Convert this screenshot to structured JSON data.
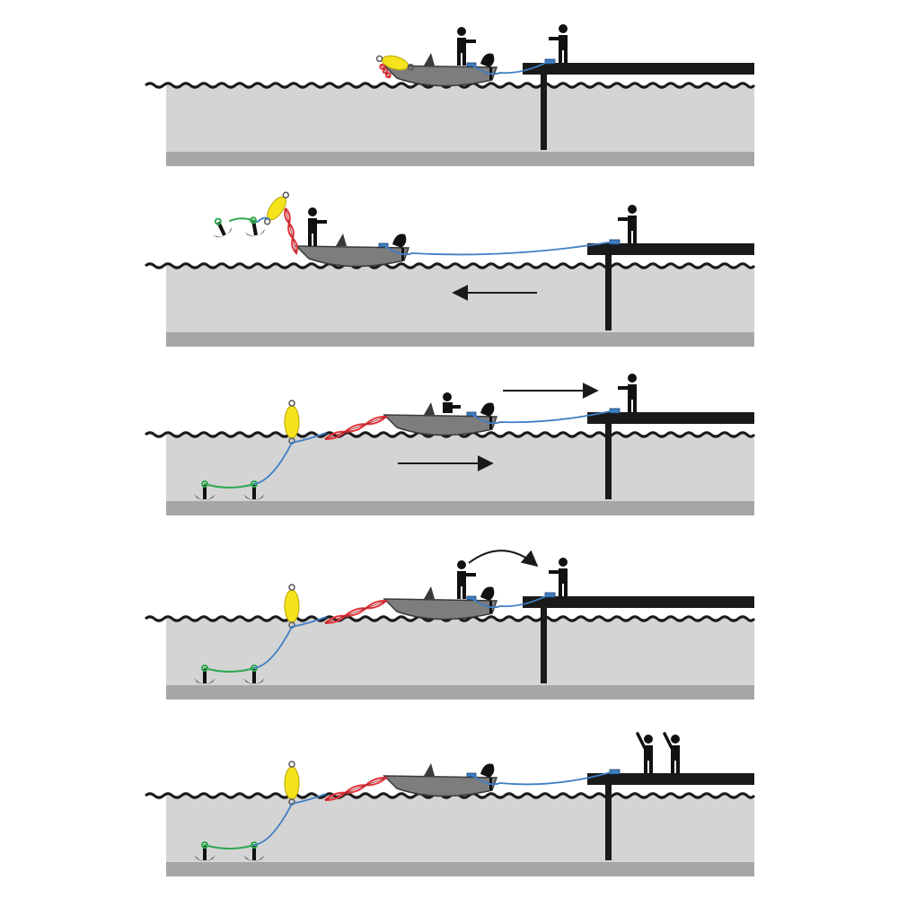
{
  "diagram": {
    "panel_count": 5,
    "colors": {
      "water": "#d4d4d4",
      "seabed": "#a6a6a6",
      "wave_line": "#1a1a1a",
      "dock": "#1a1a1a",
      "boat_hull": "#7d7d7d",
      "boat_outline": "#3a3a3a",
      "figure": "#111111",
      "rope_dock": "#3f7fc4",
      "rope_anchor_buoy": "#3f7fc4",
      "rope_anchor_chain": "#2fa84f",
      "rope_bow": "#e2343a",
      "buoy": "#f4e21c",
      "arrow": "#1a1a1a"
    },
    "panels": [
      {
        "step": 1,
        "dock": "near",
        "boat_state": "moored-to-dock",
        "people_on_boat": 1,
        "people_on_dock": 1,
        "buoy": "on-bow",
        "anchors": "none",
        "arrows": []
      },
      {
        "step": 2,
        "dock": "far",
        "boat_state": "moving-away-dropping-anchors",
        "people_on_boat": 1,
        "people_on_dock": 1,
        "buoy": "thrown",
        "anchors": "thrown",
        "arrows": [
          "left-in-water"
        ]
      },
      {
        "step": 3,
        "dock": "far",
        "boat_state": "pulled-toward-dock",
        "people_on_boat": 1,
        "people_on_dock": 1,
        "buoy": "floating",
        "anchors": "set-on-bottom",
        "arrows": [
          "right-above-water",
          "right-in-water"
        ]
      },
      {
        "step": 4,
        "dock": "near",
        "boat_state": "at-dock",
        "people_on_boat": 1,
        "people_on_dock": 1,
        "buoy": "floating",
        "anchors": "set-on-bottom",
        "arrows": [
          "curved-boat-to-dock"
        ]
      },
      {
        "step": 5,
        "dock": "far",
        "boat_state": "moored-offshore",
        "people_on_boat": 0,
        "people_on_dock": 2,
        "buoy": "floating",
        "anchors": "set-on-bottom",
        "arrows": []
      }
    ]
  }
}
